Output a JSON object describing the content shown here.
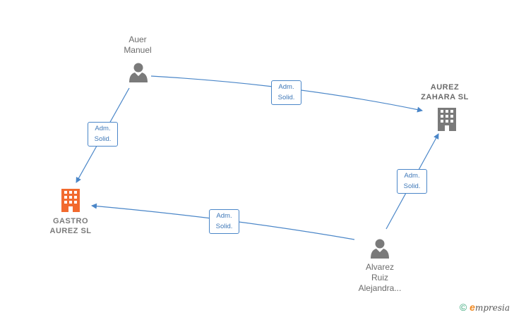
{
  "nodes": {
    "auer": {
      "label": "Auer\nManuel",
      "type": "person"
    },
    "aurez_zahara": {
      "label": "AUREZ\nZAHARA  SL",
      "type": "company"
    },
    "gastro": {
      "label": "GASTRO\nAUREZ  SL",
      "type": "company-main"
    },
    "alvarez": {
      "label": "Alvarez\nRuiz\nAlejandra...",
      "type": "person"
    }
  },
  "edges": [
    {
      "from": "auer",
      "to": "aurez_zahara",
      "label": "Adm.\nSolid."
    },
    {
      "from": "auer",
      "to": "gastro",
      "label": "Adm.\nSolid."
    },
    {
      "from": "alvarez",
      "to": "gastro",
      "label": "Adm.\nSolid."
    },
    {
      "from": "alvarez",
      "to": "aurez_zahara",
      "label": "Adm.\nSolid."
    }
  ],
  "colors": {
    "edge": "#4a86c8",
    "person": "#7a7a7a",
    "company": "#7a7a7a",
    "company_main": "#f26a2e"
  },
  "brand": {
    "copyright": "©",
    "e": "e",
    "rest": "mpresia"
  }
}
